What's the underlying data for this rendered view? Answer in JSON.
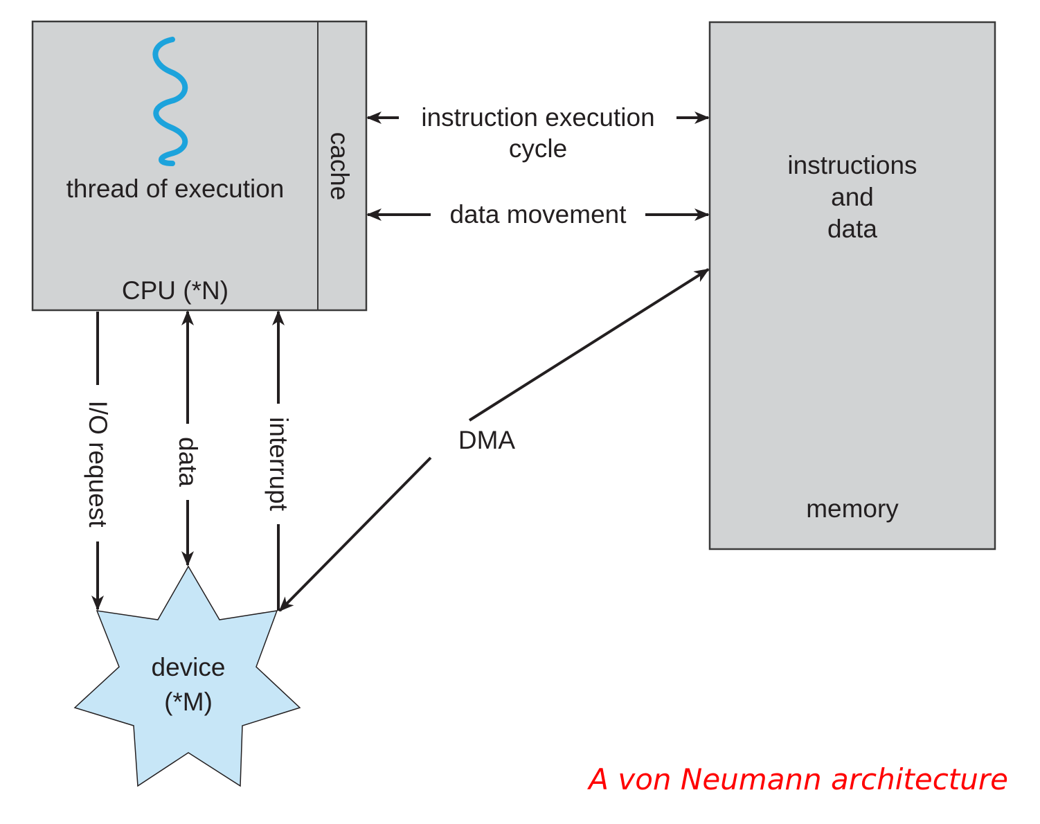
{
  "diagram": {
    "cpu": {
      "title": "CPU (*N)",
      "thread_label": "thread of execution",
      "cache_label": "cache",
      "fill": "#d1d3d4",
      "thread_color": "#1ca3dc"
    },
    "memory": {
      "content_lines": [
        "instructions",
        "and",
        "data"
      ],
      "title": "memory",
      "fill": "#d1d3d4"
    },
    "device": {
      "lines": [
        "device",
        "(*M)"
      ],
      "fill": "#c7e6f7"
    },
    "connections": {
      "instruction_cycle_line1": "instruction execution",
      "instruction_cycle_line2": "cycle",
      "data_movement": "data movement",
      "io_request": "I/O request",
      "data": "data",
      "interrupt": "interrupt",
      "dma": "DMA"
    },
    "caption": "A von Neumann architecture",
    "caption_color": "#ff0000"
  }
}
